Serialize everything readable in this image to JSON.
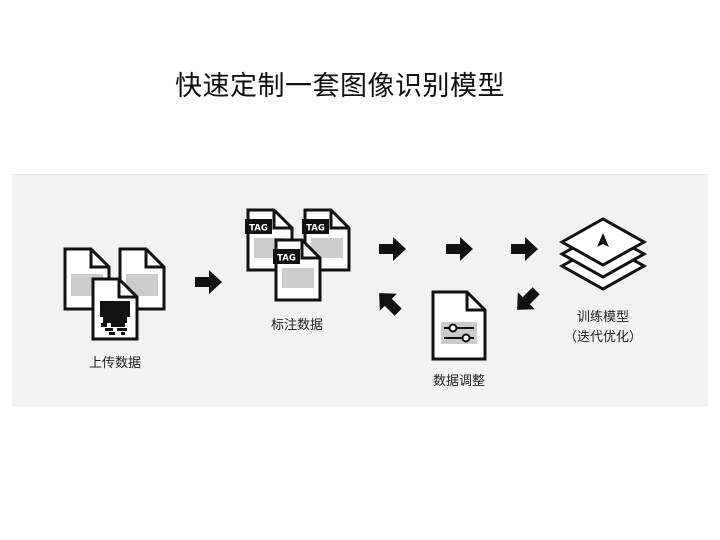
{
  "title": "快速定制一套图像识别模型",
  "steps": {
    "upload": {
      "label": "上传数据"
    },
    "annotate": {
      "label": "标注数据",
      "tag_text": "TAG"
    },
    "train": {
      "label_line1": "训练模型",
      "label_line2": "（迭代优化）"
    },
    "adjust": {
      "label": "数据调整"
    }
  },
  "colors": {
    "panel_bg": "#f2f2f2",
    "icon": "#111111",
    "doc_fill": "#ffffff",
    "placeholder": "#cccccc"
  }
}
